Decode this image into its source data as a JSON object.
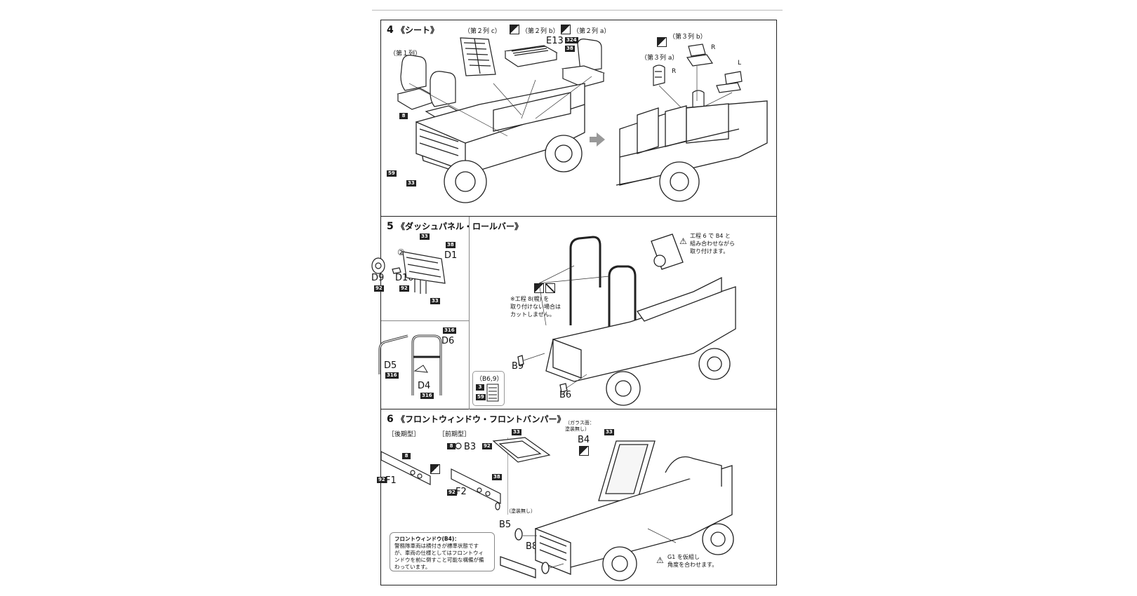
{
  "sections": [
    {
      "number": "4",
      "title": "《シート》",
      "labels": {
        "row1": "（第１列）",
        "row2c": "（第２列 c）",
        "row2b": "（第２列 b）",
        "row2a": "（第２列 a）",
        "row3b": "（第３列 b）",
        "row3a": "（第３列 a）",
        "r1": "R",
        "r2": "R",
        "l1": "L",
        "l2": "L"
      },
      "parts": {
        "e13": "E13"
      },
      "badges": {
        "b8": "8",
        "b59": "59",
        "b33": "33",
        "b324": "324",
        "b38": "38"
      }
    },
    {
      "number": "5",
      "title": "《ダッシュパネル・ロールバー》",
      "parts": {
        "d1": "D1",
        "d9": "D9",
        "d10": "D10",
        "d6": "D6",
        "d5": "D5",
        "d4": "D4",
        "b9": "B9",
        "b6": "B6"
      },
      "badges": {
        "b33a": "33",
        "b38": "38",
        "b92a": "92",
        "b92b": "92",
        "b33b": "33",
        "b316a": "316",
        "b316b": "316",
        "b316c": "316",
        "b3": "3",
        "b59": "59"
      },
      "circled": "②",
      "b69_label": "（B6,9）",
      "note_cut": "※工程 8(幌) を\n取り付けない場合は\nカットしません。",
      "note_step": "工程 6 で B4 と\n組み合わせながら\n取り付けます。"
    },
    {
      "number": "6",
      "title": "《フロントウィンドウ・フロントバンパー》",
      "labels": {
        "late": "［後期型］",
        "early": "［前期型］",
        "glass": "（ガラス面：\n塗装無し）",
        "no_paint": "（塗装無し）"
      },
      "parts": {
        "f1": "F1",
        "f2": "F2",
        "b3": "B3",
        "b4": "B4",
        "b5": "B5",
        "b8": "B8"
      },
      "badges": {
        "b8a": "8",
        "b92a": "92",
        "b8b": "8",
        "b92b": "92",
        "b92c": "92",
        "b33a": "33",
        "b38": "38",
        "b33b": "33"
      },
      "note_g1": "G1 を仮組し\n角度を合わせます。",
      "box_title": "フロントウィンドウ(B4)：",
      "box_text": "警務隊車両は横付きが標準状態です\nが、車両の仕様としてはフロントウィ\nンドウを前に倒すこと可能な構備が備\nわっています。"
    }
  ]
}
